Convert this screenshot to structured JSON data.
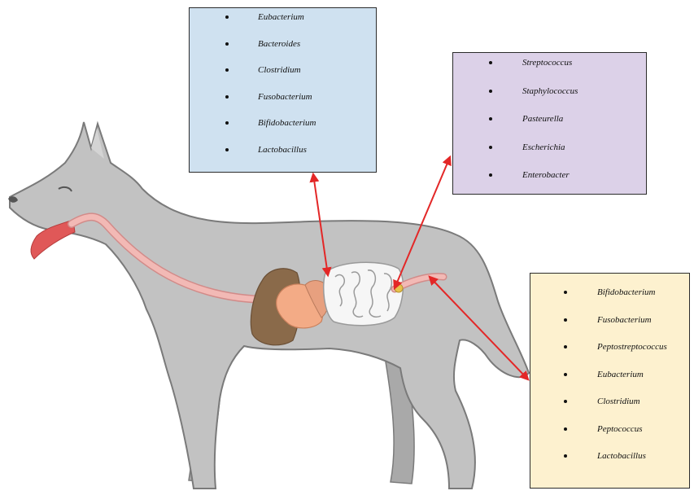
{
  "boxes": [
    {
      "id": "small-intestine",
      "color": "#cfe1f0",
      "items": [
        "Eubacterium",
        "Bacteroides",
        "Clostridium",
        "Fusobacterium",
        "Bifidobacterium",
        "Lactobacillus"
      ]
    },
    {
      "id": "colon",
      "color": "#dcd1e8",
      "items": [
        "Streptococcus",
        "Staphylococcus",
        "Pasteurella",
        "Escherichia",
        "Enterobacter"
      ]
    },
    {
      "id": "rectum",
      "color": "#fdf1cf",
      "items": [
        "Bifidobacterium",
        "Fusobacterium",
        "Peptostreptococcus",
        "Eubacterium",
        "Clostridium",
        "Peptococcus",
        "Lactobacillus"
      ]
    }
  ],
  "colors": {
    "dog_body": "#c2c2c2",
    "dog_outline": "#7a7a7a",
    "esophagus": "#f2b9b5",
    "tongue": "#e05858",
    "liver": "#8a6a4a",
    "stomach": "#f3ab86",
    "intestine": "#f6f6f6",
    "arrow": "#e32727"
  }
}
